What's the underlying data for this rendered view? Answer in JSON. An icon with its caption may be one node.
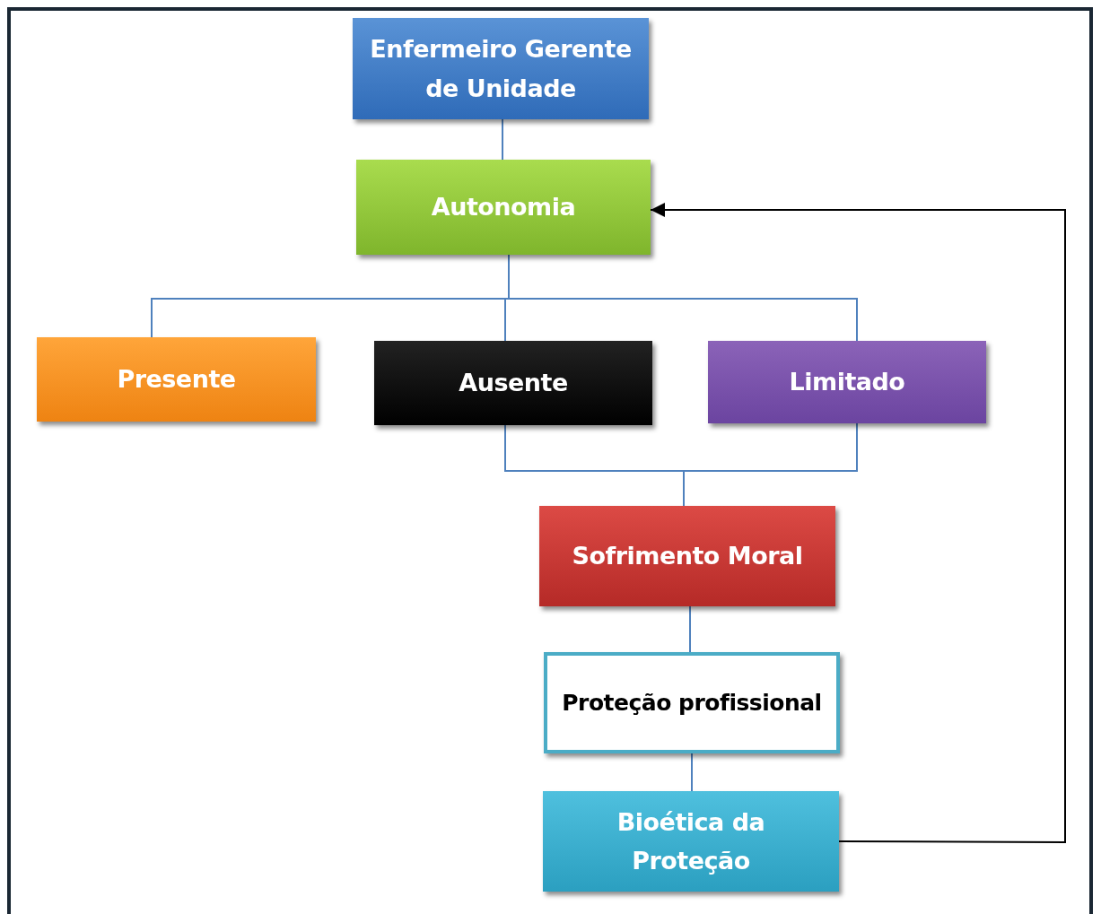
{
  "diagram": {
    "nodes": [
      {
        "text": [
          "Enfermeiro Gerente de Unidade"
        ]
      },
      {
        "text": [
          "Autonomia"
        ]
      },
      {
        "text": [
          "Presente"
        ]
      },
      {
        "text": [
          "Ausente"
        ]
      },
      {
        "text": [
          "Limitado"
        ]
      },
      {
        "text": [
          "Sofrimento Moral"
        ]
      },
      {
        "text": [
          "Proteção profissional"
        ]
      },
      {
        "text": [
          "Bioética da Proteção"
        ]
      }
    ],
    "edges": [
      {
        "from": 0,
        "to": 1,
        "arrow": "none"
      },
      {
        "from": 1,
        "to": 2,
        "arrow": "none"
      },
      {
        "from": 1,
        "to": 3,
        "arrow": "none"
      },
      {
        "from": 1,
        "to": 4,
        "arrow": "none"
      },
      {
        "from": 3,
        "to": 5,
        "arrow": "none"
      },
      {
        "from": 4,
        "to": 5,
        "arrow": "none"
      },
      {
        "from": 5,
        "to": 6,
        "arrow": "none"
      },
      {
        "from": 6,
        "to": 7,
        "arrow": "none"
      },
      {
        "from": 7,
        "to": 1,
        "arrow": "to",
        "color": "#000000"
      }
    ]
  }
}
